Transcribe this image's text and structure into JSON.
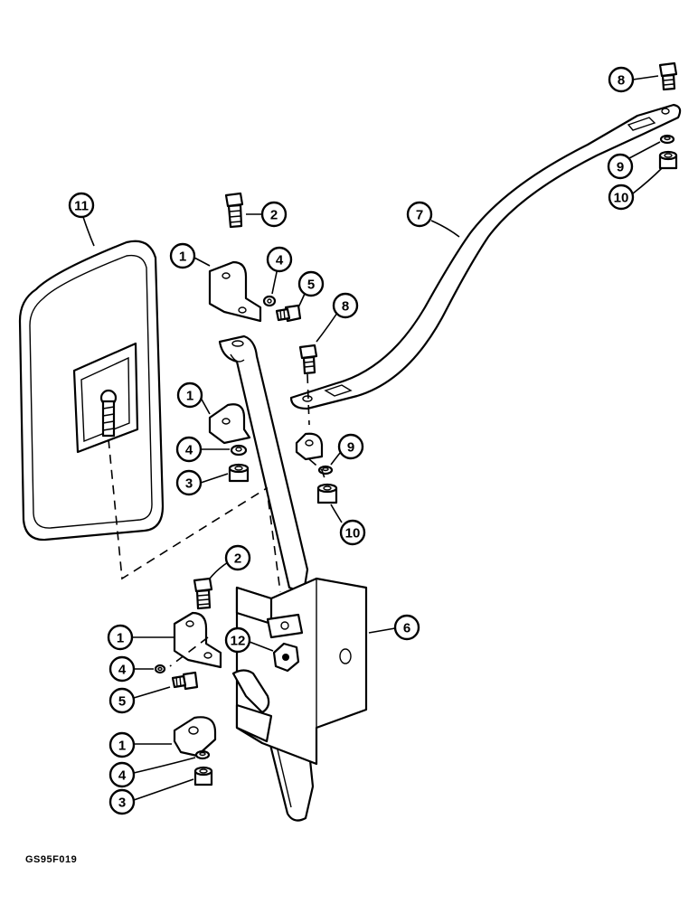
{
  "figure_code": "GS95F019",
  "callouts": {
    "c8_top": "8",
    "c9_top": "9",
    "c10_top": "10",
    "c7": "7",
    "c11": "11",
    "c2_top": "2",
    "c1_a": "1",
    "c4_a": "4",
    "c5_a": "5",
    "c8_mid": "8",
    "c1_b": "1",
    "c4_b": "4",
    "c3_b": "3",
    "c9_mid": "9",
    "c10_mid": "10",
    "c2_mid": "2",
    "c6": "6",
    "c1_c": "1",
    "c12": "12",
    "c4_c": "4",
    "c5_c": "5",
    "c1_d": "1",
    "c4_d": "4",
    "c3_d": "3"
  }
}
